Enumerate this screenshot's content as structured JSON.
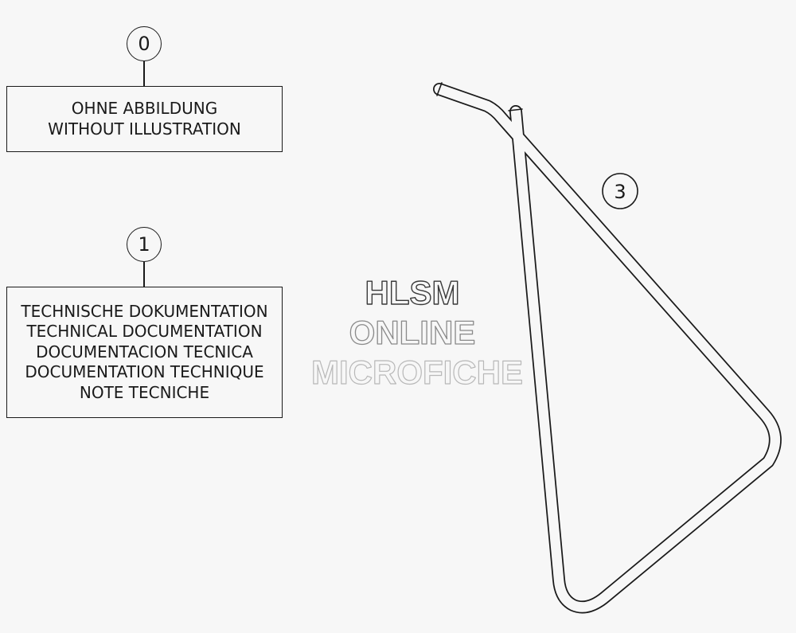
{
  "callouts": [
    {
      "number": "0"
    },
    {
      "number": "1"
    },
    {
      "number": "3"
    }
  ],
  "boxes": {
    "without_illustration": {
      "lines": [
        "OHNE ABBILDUNG",
        "WITHOUT ILLUSTRATION"
      ]
    },
    "technical_documentation": {
      "lines": [
        "TECHNISCHE DOKUMENTATION",
        "TECHNICAL DOCUMENTATION",
        "DOCUMENTACION TECNICA",
        "DOCUMENTATION TECHNIQUE",
        "NOTE TECNICHE"
      ]
    }
  },
  "watermark": {
    "lines": [
      "HLSM",
      "ONLINE",
      "MICROFICHE"
    ]
  },
  "colors": {
    "line": "#1a1a1a",
    "background": "#f7f7f7",
    "watermark_1": "#3a3a3a",
    "watermark_2": "#8a8a8a",
    "watermark_3": "#b8b8b8"
  }
}
